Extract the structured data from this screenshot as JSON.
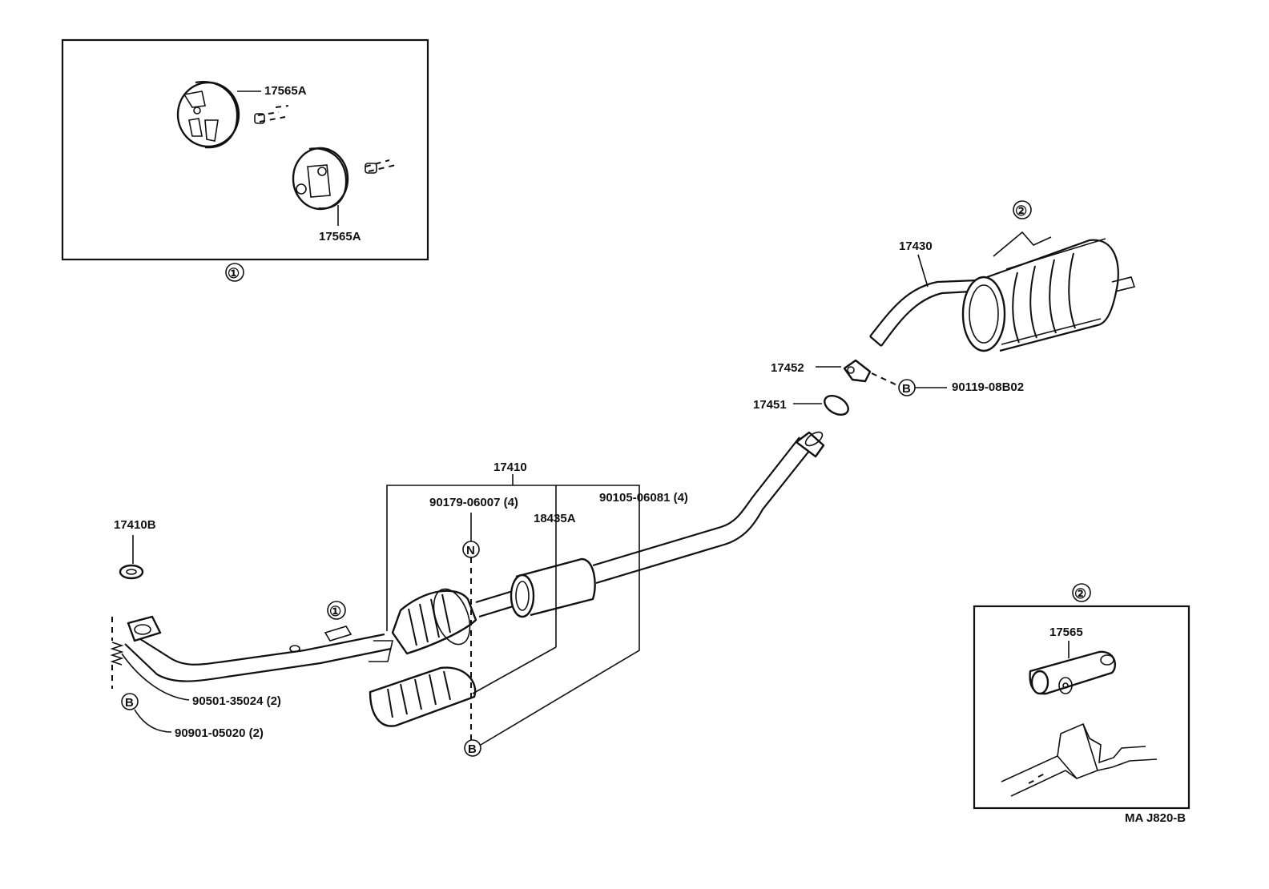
{
  "labels": {
    "hanger_a_top": "17565A",
    "hanger_a_bottom": "17565A",
    "inset1_marker": "①",
    "inset2_marker_top": "②",
    "inset2_marker": "②",
    "muffler": "17430",
    "clamp": "17452",
    "gasket": "17451",
    "bolt_b": "90119-08B02",
    "b_marker_right": "B",
    "pipe_assembly": "17410",
    "nut_part": "90179-06007 (4)",
    "bolt_part": "90105-06081 (4)",
    "heat_insulator": "18435A",
    "n_marker": "N",
    "b_marker_center": "B",
    "front_gasket": "17410B",
    "inline_marker1": "①",
    "spring": "90501-35024 (2)",
    "spring_bolt": "90901-05020 (2)",
    "b_marker_left": "B",
    "hanger": "17565",
    "drawing_id": "MA J820-B"
  }
}
